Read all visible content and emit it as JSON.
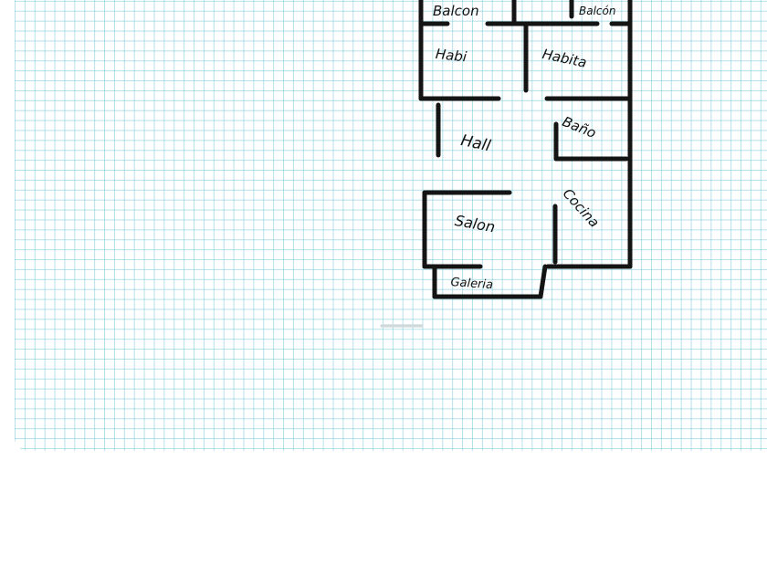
{
  "plan": {
    "rooms": [
      {
        "id": "balcon-left",
        "label": "Balcon"
      },
      {
        "id": "balcon-right",
        "label": "Balcón"
      },
      {
        "id": "habi",
        "label": "Habi"
      },
      {
        "id": "habita",
        "label": "Habita"
      },
      {
        "id": "bano",
        "label": "Baño"
      },
      {
        "id": "hall",
        "label": "Hall"
      },
      {
        "id": "cocina",
        "label": "Cocina"
      },
      {
        "id": "salon",
        "label": "Salon"
      },
      {
        "id": "galeria",
        "label": "Galeria"
      }
    ]
  },
  "colors": {
    "grid_line": "#78c8d7",
    "ink": "#141414",
    "paper": "#ffffff"
  }
}
